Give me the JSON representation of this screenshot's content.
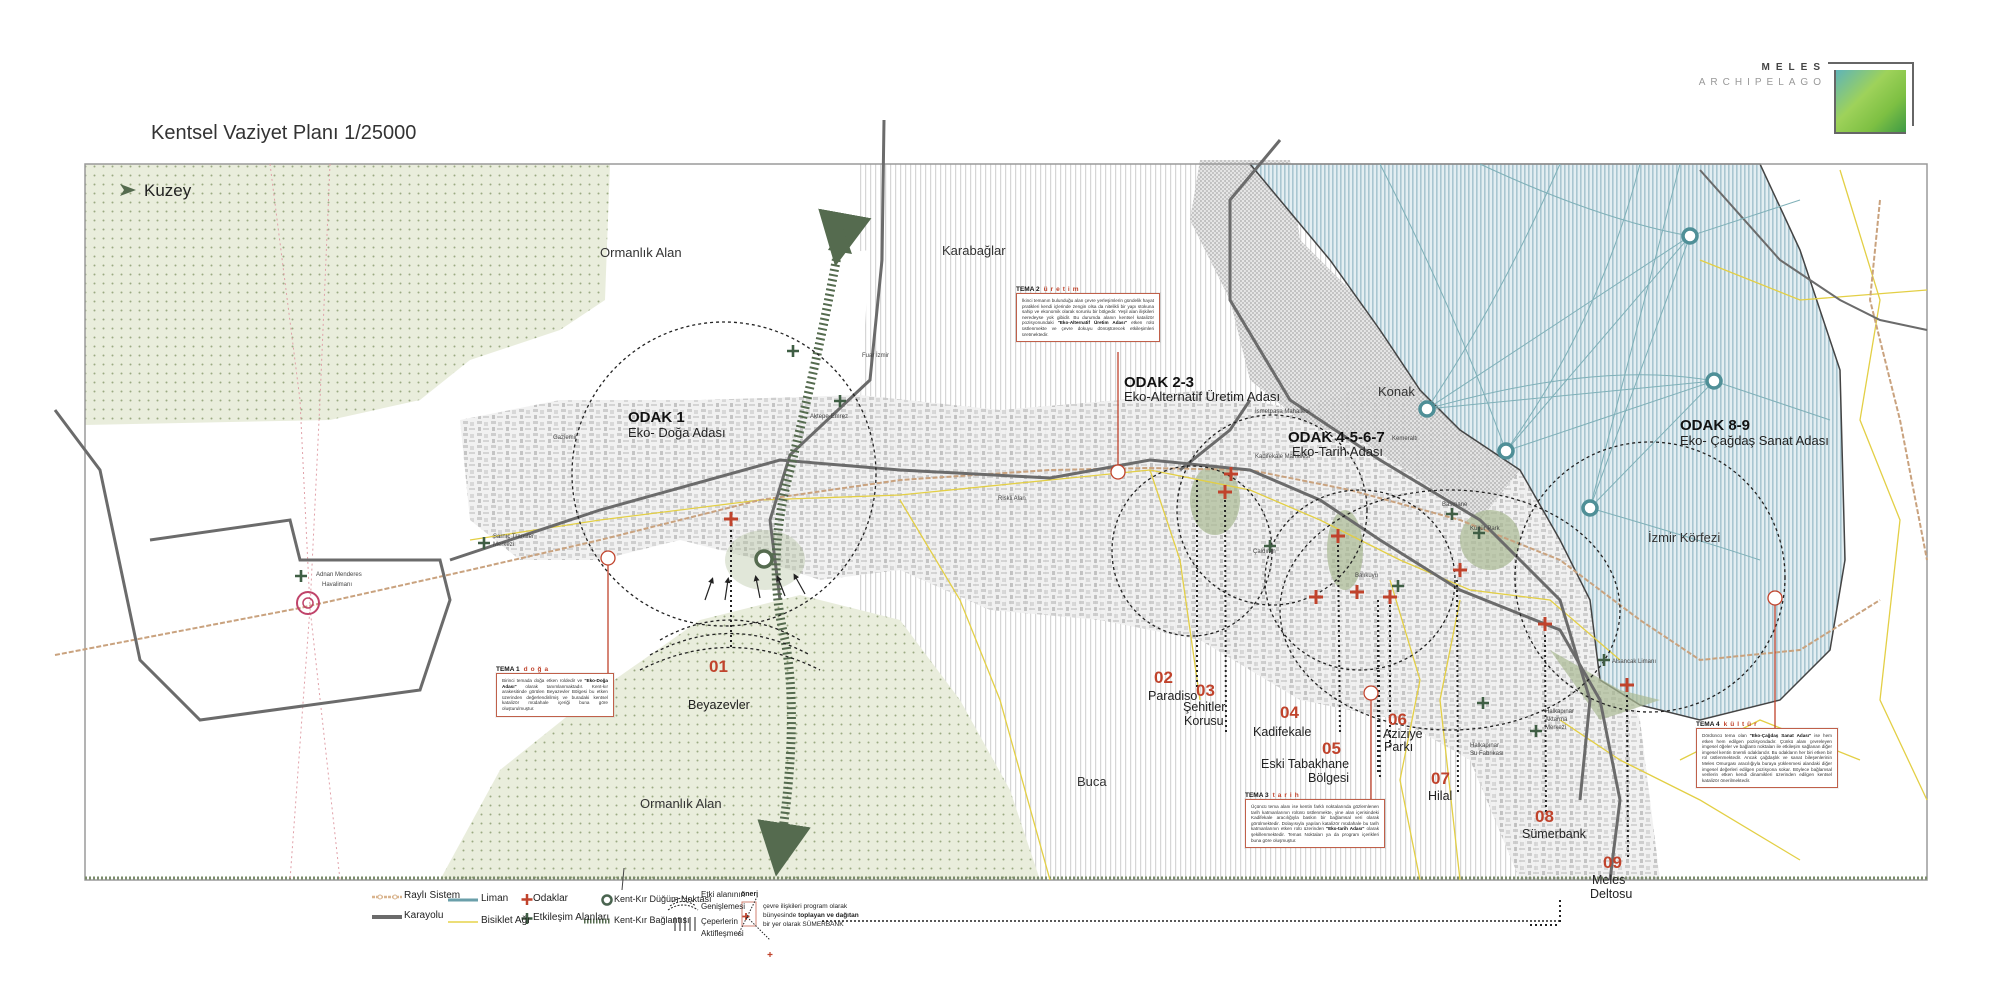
{
  "title": "Kentsel Vaziyet Planı 1/25000",
  "brand": {
    "line1": "MELES",
    "line2": "ARCHIPELAGO"
  },
  "north_label": "Kuzey",
  "areas": {
    "forest_north": "Ormanlık Alan",
    "forest_south": "Ormanlık Alan",
    "karabaglar": "Karabağlar",
    "konak": "Konak",
    "buca": "Buca",
    "bay": "İzmir Körfezi"
  },
  "odak": [
    {
      "title": "ODAK 1",
      "subtitle": "Eko- Doğa Adası"
    },
    {
      "title": "ODAK 2-3",
      "subtitle": "Eko-Alternatif Üretim Adası"
    },
    {
      "title": "ODAK 4-5-6-7",
      "subtitle": "Eko-Tarih Adası"
    },
    {
      "title": "ODAK 8-9",
      "subtitle": "Eko- Çağdaş Sanat Adası"
    }
  ],
  "small_places": {
    "fuar": "Fuar İzmir",
    "aktepe": "Aktepe-Emrez",
    "gaziemir": "Gaziemir",
    "sarnic1": "Sarnıç Transfer",
    "sarnic2": "Merkezi",
    "adnan1": "Adnan Menderes",
    "adnan2": "Havalimanı",
    "riskli": "Riskli Alan",
    "caldiran": "Çaldıran",
    "balikuyu": "Balıkuyu",
    "basmane": "Basmane",
    "kultur": "Kültür Park",
    "alsancak": "Alsancak Limanı",
    "halka1": "Halkapınar",
    "halka2": "Aktarma",
    "halka3": "Merkezi",
    "su1": "Halkapınar",
    "su2": "Su Fabrikası",
    "kadifekale_mah": "Kadifekale Mahallesi",
    "ismetpasa": "İsmetpaşa Mahallesi",
    "kemeralti": "Kemeraltı"
  },
  "sites": [
    {
      "num": "01",
      "name": [
        "Beyazevler"
      ]
    },
    {
      "num": "02",
      "name": [
        "Paradiso"
      ]
    },
    {
      "num": "03",
      "name": [
        "Şehitler",
        "Korusu"
      ]
    },
    {
      "num": "04",
      "name": [
        "Kadifekale"
      ]
    },
    {
      "num": "05",
      "name": [
        "Eski Tabakhane",
        "Bölgesi"
      ]
    },
    {
      "num": "06",
      "name": [
        "Aziziye",
        "Parkı"
      ]
    },
    {
      "num": "07",
      "name": [
        "Hilal"
      ]
    },
    {
      "num": "08",
      "name": [
        "Sümerbank"
      ]
    },
    {
      "num": "09",
      "name": [
        "Meles",
        "Deltosu"
      ]
    }
  ],
  "themes": [
    {
      "label": "TEMA 1",
      "keyword": "doğa",
      "text_before": "Birinci temada doğa etken roldedir ve ",
      "text_bold": "\"Eko-Doğa Adası\"",
      "text_after": " olarak tanımlanmaktadır. Kent-kır arakesitinde görülen Beyazevler Bölgesi bu etken üzerinden değerlendirilmiş ve buradaki kentsel katalizör müdahale içeriği buna göre oluşturulmuştur."
    },
    {
      "label": "TEMA 2",
      "keyword": "üretim",
      "text_before": "İkinci temanın bulunduğu alan çevre yerleşimlerin gündelik hayat pratikleri kendi içlerinde zengin olsa da nitelikli bir yapı stokuna sahip ve ekonomik olarak sorunlu bir bölgedir. Yeşil alan ilişkileri neredeyse yok gibidir. Bu durumda alanın kentsel katalizör pozisyonundaki ",
      "text_bold": "\"Eko-Alternatif Üretim Adası\"",
      "text_after": " etken rolü üstlenmekte ve çevre dokuyu dönüştürecek etkileşimleri üretmektedir."
    },
    {
      "label": "TEMA 3",
      "keyword": "tarih",
      "text_before": "Üçüncü tema alanı ise kentin farklı noktalarında gözlemlenen tarih katmanlarının rolünü üstlenmekte, yine alan içerisindeki Kadifekale aracılığıyla baskın bir bağlamsal veri olarak görülmektedir. Dolayısıyla yapılan katalizör müdahale bu tarih katmanlarının etken rolü üzerinden ",
      "text_bold": "\"Eko-tarih Adası\"",
      "text_after": " olarak şekillenmektedir. Temas Noktaları ya da program içerikleri buna göre oluşmuştur."
    },
    {
      "label": "TEMA 4",
      "keyword": "kültür",
      "text_before": "Dördüncü tema olan ",
      "text_bold": "\"Eko-Çağdaş Sanat Adası\"",
      "text_after": " ise hem etken hem edilgen pozisyondadır. Çünkü alanı çevreleyen imgesel öğeler ve bağlantı noktaları ile etkileşim sağlanan diğer imgesel kentin önemli odaklarıdır. Bu odakların her biri etken bir rol üstlenmektedir. Ancak çağdaşlık ve sanat bileşenlerinin Meles Omurgası aracılığıyla buraya yüklenmesi alandaki diğer imgesel değerleri edilgen pozisyona sokar. Böylece bağlamsal verilerin etken kendi dinamikleri üzerinden edilgen kentsel katalizör önerilmektedir."
    }
  ],
  "legend": {
    "rail": "Raylı Sistem",
    "road": "Karayolu",
    "port": "Liman",
    "bike": "Bisiklet Ağı",
    "focus": "Odaklar",
    "interaction": "Etkileşim Alanları",
    "node": "Kent-Kır Düğüm Noktası",
    "link": "Kent-Kır Bağlantısı",
    "expansion1": "Etki alanının",
    "expansion2": "Genişlemesi",
    "edges1": "Çeperlerin",
    "edges2": "Aktifleşmesi",
    "proposal_label": "öneri",
    "proposal1": "çevre ilişkileri program olarak",
    "proposal2_a": "bünyesinde ",
    "proposal2_b": "toplayan ve dağıtan",
    "proposal3": "bir yer olarak SÜMERBANK"
  },
  "colors": {
    "accent_red": "#c0432c",
    "forest": "#e6ebd9",
    "bay": "#dbe8ed",
    "node": "#4f8f97",
    "road": "#6b6b6b",
    "rail": "#c9a27e",
    "bike": "#e6d34a",
    "link": "#556b4f"
  }
}
